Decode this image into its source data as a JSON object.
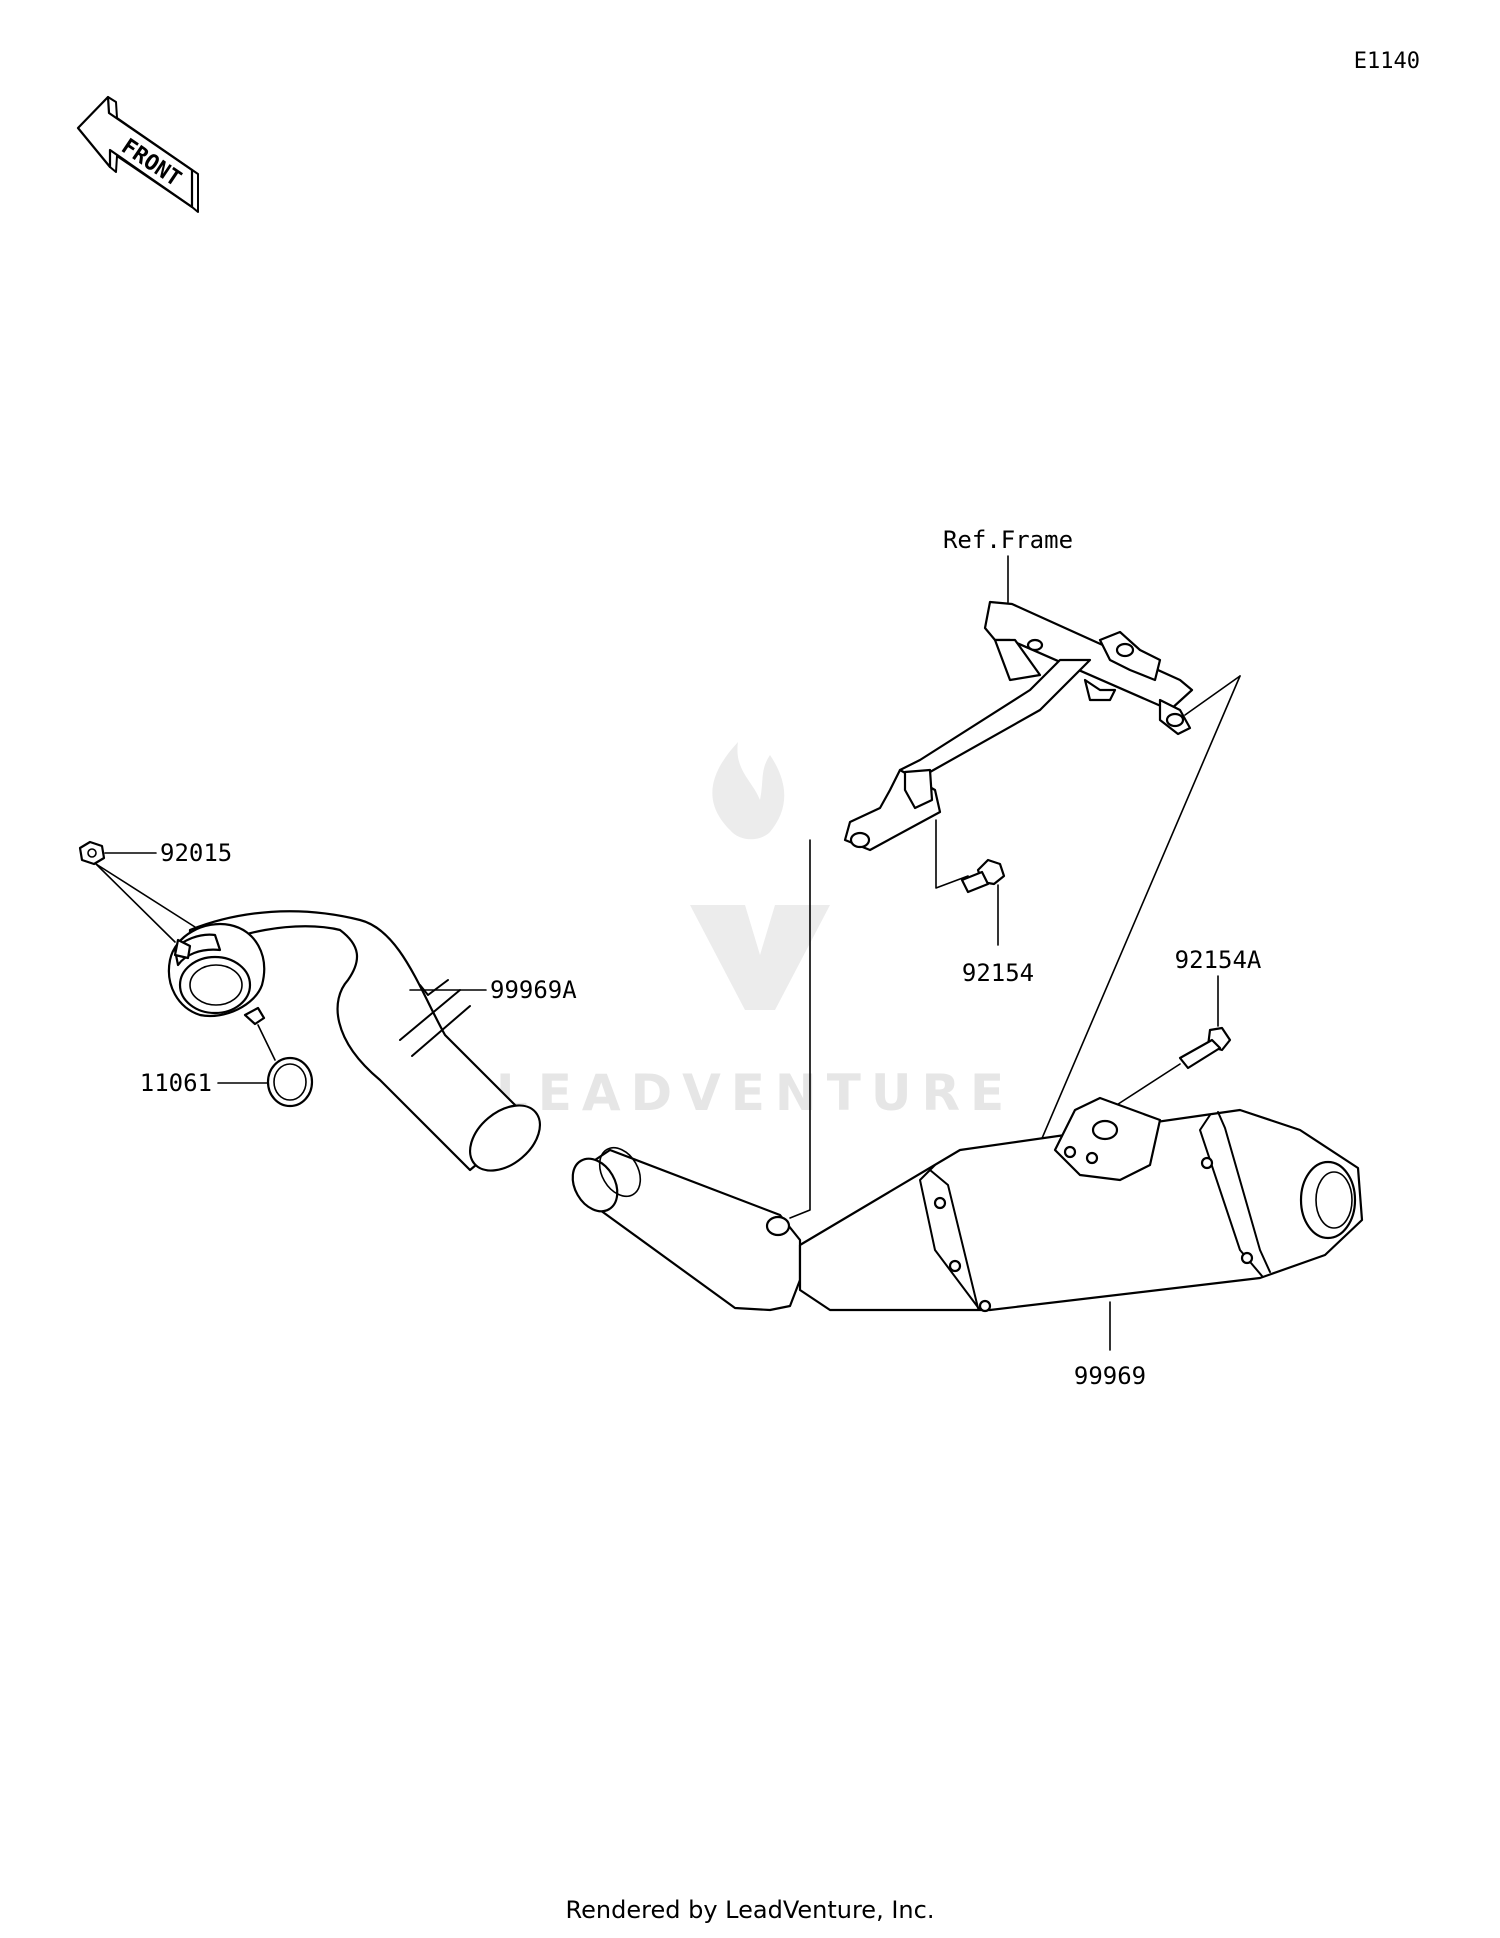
{
  "diagram": {
    "id": "E1140",
    "front_label": "FRONT",
    "ref_label": "Ref.Frame",
    "parts": {
      "p92015": "92015",
      "p99969A": "99969A",
      "p11061": "11061",
      "p92154": "92154",
      "p92154A": "92154A",
      "p99969": "99969"
    },
    "watermark": "LEADVENTURE",
    "footer": "Rendered by LeadVenture, Inc."
  }
}
